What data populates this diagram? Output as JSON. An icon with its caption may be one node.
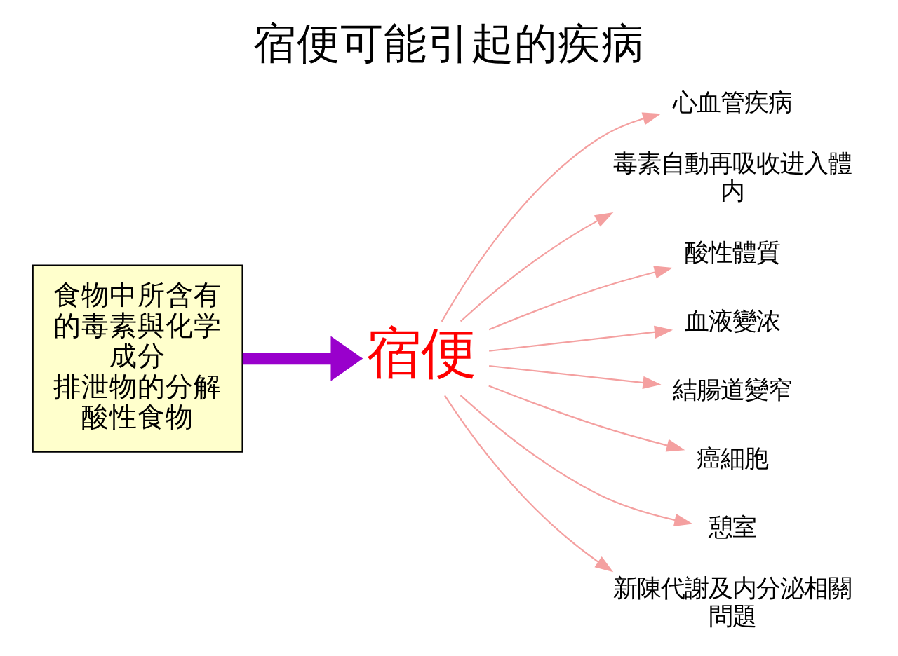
{
  "diagram": {
    "title": "宿便可能引起的疾病",
    "nodes": [
      {
        "text": [
          "食物中所含有的毒素與化学成分",
          "排泄物的分解",
          "酸性食物"
        ]
      },
      {
        "text": [
          "宿便"
        ]
      },
      {
        "text": [
          "心血管疾病"
        ]
      },
      {
        "text": [
          "毒素自動再吸收进入體内"
        ]
      },
      {
        "text": [
          "酸性體質"
        ]
      },
      {
        "text": [
          "血液變浓"
        ]
      },
      {
        "text": [
          "結腸道變窄"
        ]
      },
      {
        "text": [
          "癌細胞"
        ]
      },
      {
        "text": [
          "憩室"
        ]
      },
      {
        "text": [
          "新陳代謝及内分泌相關問題"
        ]
      }
    ],
    "edges": [
      {
        "from": 0,
        "to": 1,
        "arrow": "to",
        "style": "thick",
        "color": "#9900cc"
      },
      {
        "from": 1,
        "to": 2,
        "arrow": "to"
      },
      {
        "from": 1,
        "to": 3,
        "arrow": "to"
      },
      {
        "from": 1,
        "to": 4,
        "arrow": "to"
      },
      {
        "from": 1,
        "to": 5,
        "arrow": "to"
      },
      {
        "from": 1,
        "to": 6,
        "arrow": "to"
      },
      {
        "from": 1,
        "to": 7,
        "arrow": "to"
      },
      {
        "from": 1,
        "to": 8,
        "arrow": "to"
      },
      {
        "from": 1,
        "to": 9,
        "arrow": "to"
      }
    ]
  }
}
